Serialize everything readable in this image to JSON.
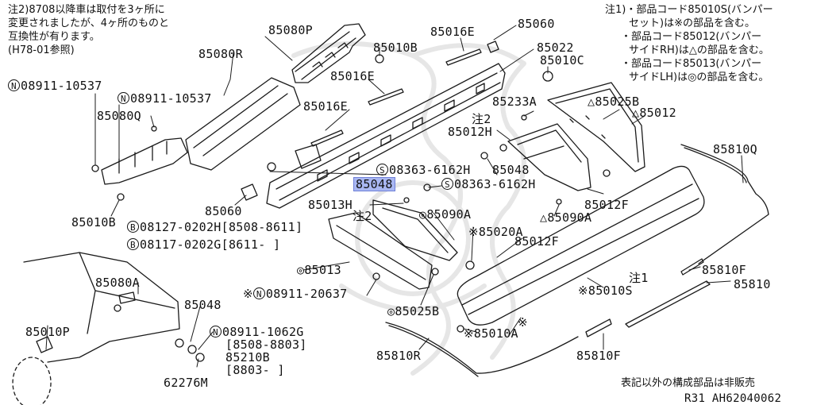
{
  "notes": {
    "note2_lines": [
      "注2)8708以降車は取付を3ヶ所に",
      "変更されましたが、4ヶ所のものと",
      "互換性が有ります。",
      "(H78-01参照)"
    ],
    "note1_lines": [
      "注1)・部品コード85010S(バンパー",
      "セット)は※の部品を含む。",
      "・部品コード85012(バンパー",
      "サイドRH)は△の部品を含む。",
      "・部品コード85013(バンパー",
      "サイドLH)は◎の部品を含む。"
    ],
    "footer_note": "表記以外の構成部品は非販売",
    "figure_code": "R31  AH62040062"
  },
  "labels": {
    "p85080P": "85080P",
    "p85010B_a": "85010B",
    "p85016E_a": "85016E",
    "p85060_a": "85060",
    "p85022": "85022",
    "p85080R": "85080R",
    "p85016E_b": "85016E",
    "p85010C": "85010C",
    "n08911_10537_a": "08911-10537",
    "n08911_10537_b": "08911-10537",
    "p85080Q": "85080Q",
    "p85016E_c": "85016E",
    "p85233A": "85233A",
    "p85025B_a": "85025B",
    "p85012_a": "85012",
    "note2_mark_a": "注2",
    "p85012H": "85012H",
    "s08363_a": "08363-6162H",
    "p85048_a": "85048",
    "p85810Q": "85810Q",
    "p85048_highlight": "85048",
    "s08363_b": "08363-6162H",
    "p85010B_b": "85010B",
    "p85060_b": "85060",
    "p85013H": "85013H",
    "note2_mark_b": "注2",
    "p85012F_a": "85012F",
    "p85090A_a": "85090A",
    "p85090A_b": "85090A",
    "b08127": "08127-0202H[8508-8611]",
    "p85020A": "85020A",
    "b08117": "08117-0202G[8611-   ]",
    "p85012F_b": "85012F",
    "p85080A": "85080A",
    "p85013": "85013",
    "p85810F_a": "85810F",
    "note1_mark": "注1",
    "p85810_a": "85810",
    "n08911_20637": "08911-20637",
    "p85010S": "85010S",
    "p85048_b": "85048",
    "p85025B_b": "85025B",
    "p85010P": "85010P",
    "n08911_1062G": "08911-1062G",
    "range_8508_8803": "[8508-8803]",
    "p85210B": "85210B",
    "range_8803": "[8803-   ]",
    "p85010A": "85010A",
    "p85810R": "85810R",
    "p85810F_b": "85810F",
    "p62276M": "62276M"
  },
  "symbols": {
    "n": "N",
    "s": "S",
    "b": "B",
    "dcirc": "◎",
    "kome": "※",
    "tri": "△"
  },
  "colors": {
    "line": "#1a1a1a",
    "highlight": "#a9b7f2",
    "watermark": "#e6e6e6"
  }
}
